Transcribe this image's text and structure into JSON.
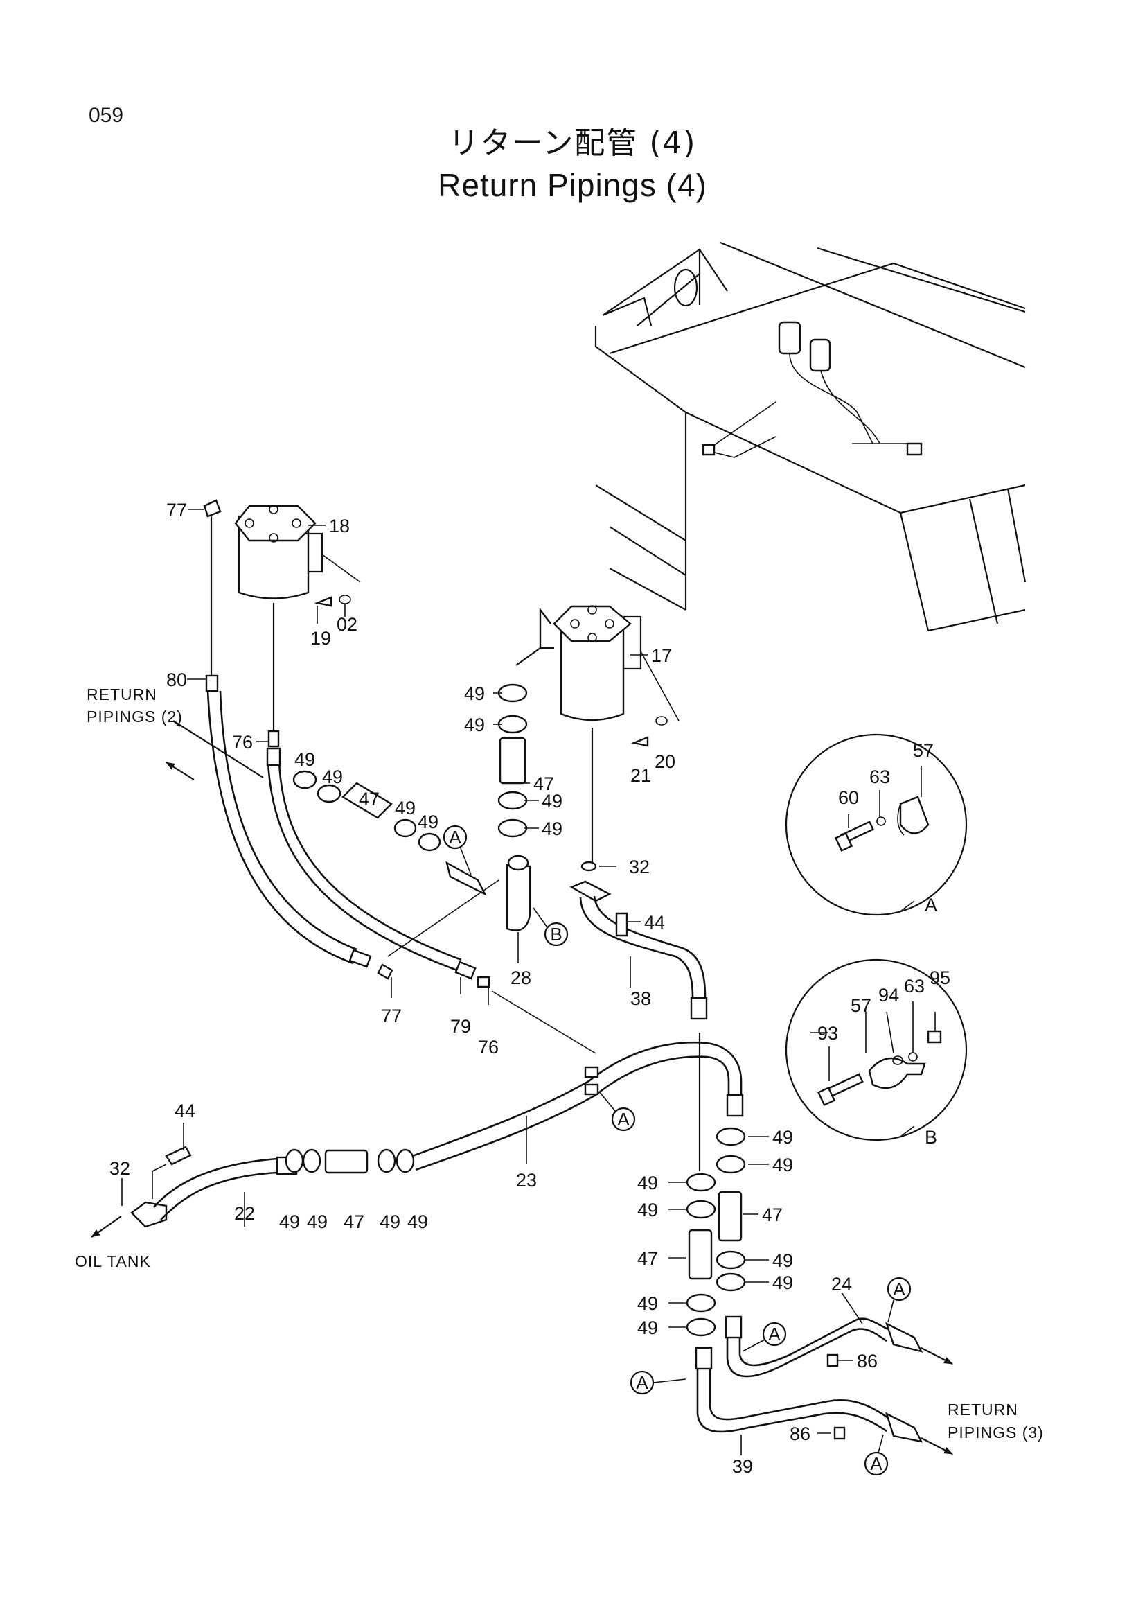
{
  "page_number": "059",
  "title_jp": "リターン配管 (4)",
  "title_en": "Return Pipings (4)",
  "notes": {
    "return_pipings_2": [
      "RETURN",
      "PIPINGS (2)"
    ],
    "return_pipings_3": [
      "RETURN",
      "PIPINGS (3)"
    ],
    "oil_tank": "OIL TANK"
  },
  "callout_letters": {
    "a": "A",
    "b": "B"
  },
  "detail_views": {
    "a_caption": "A",
    "b_caption": "B"
  },
  "part_labels": {
    "p77a": "77",
    "p18": "18",
    "p19": "19",
    "p02": "02",
    "p80": "80",
    "p76a": "76",
    "p49a": "49",
    "p49b": "49",
    "p47a": "47",
    "p49c": "49",
    "p49d": "49",
    "p17": "17",
    "p49e": "49",
    "p49f": "49",
    "p47b": "47",
    "p49g": "49",
    "p49h": "49",
    "p21": "21",
    "p20": "20",
    "p32a": "32",
    "p44a": "44",
    "p28": "28",
    "p38": "38",
    "p77b": "77",
    "p79": "79",
    "p76b": "76",
    "p57a": "57",
    "p63a": "63",
    "p60": "60",
    "p95": "95",
    "p94": "94",
    "p63b": "63",
    "p57b": "57",
    "p93": "93",
    "p44b": "44",
    "p32b": "32",
    "p22": "22",
    "p49i": "49",
    "p49j": "49",
    "p47c": "47",
    "p49k": "49",
    "p49l": "49",
    "p23": "23",
    "p49m": "49",
    "p49n": "49",
    "p49o": "49",
    "p49p": "49",
    "p47d": "47",
    "p47e": "47",
    "p49q": "49",
    "p49r": "49",
    "p49s": "49",
    "p49t": "49",
    "p24": "24",
    "p86a": "86",
    "p86b": "86",
    "p39": "39"
  }
}
